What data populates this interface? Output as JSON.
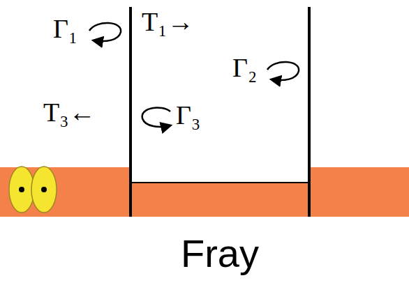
{
  "diagram": {
    "caption": "Fray",
    "labels": [
      "Γ₁",
      "T₁→",
      "Γ₂",
      "T₃←",
      "Γ₃"
    ]
  }
}
